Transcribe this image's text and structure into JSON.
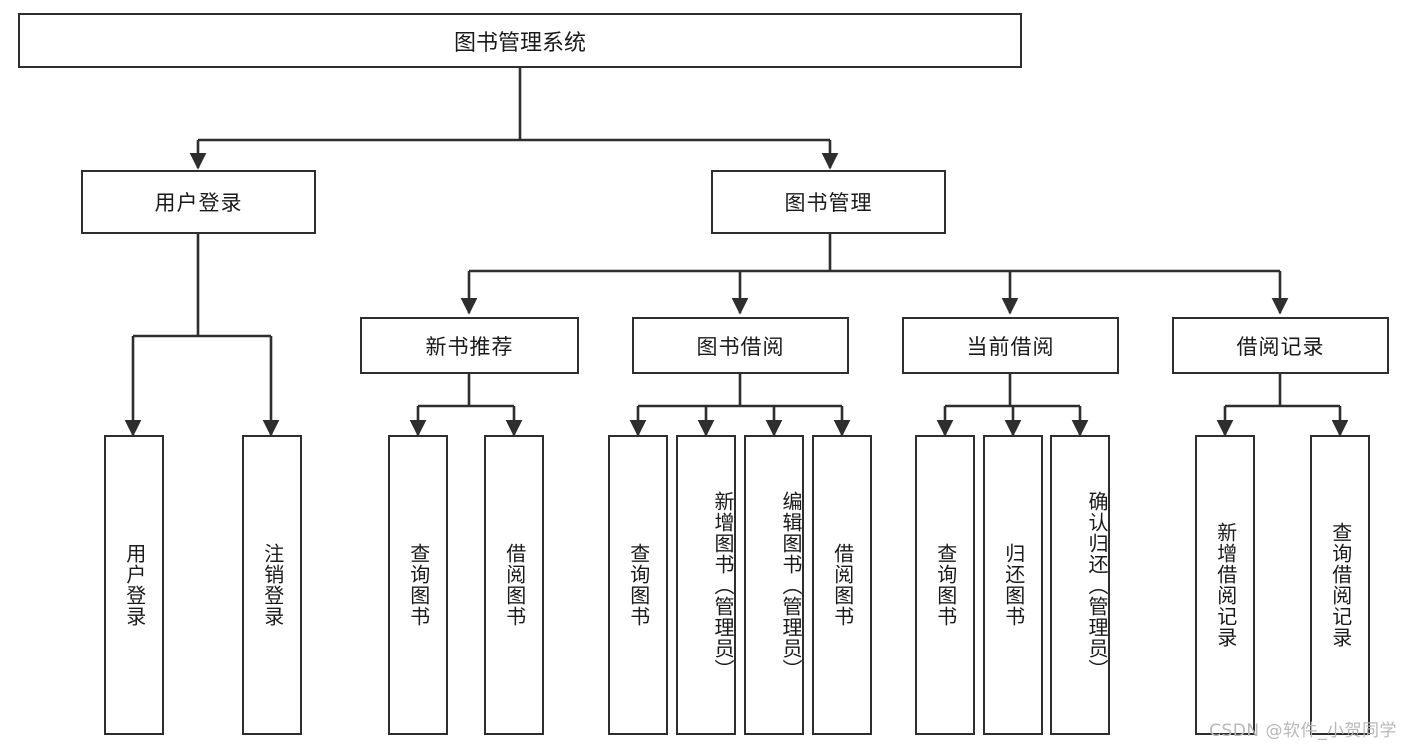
{
  "diagram": {
    "title": "图书管理系统",
    "type": "hierarchy-tree",
    "root": {
      "label": "图书管理系统"
    },
    "level2": [
      {
        "id": "user-login",
        "label": "用户登录"
      },
      {
        "id": "book-manage",
        "label": "图书管理"
      }
    ],
    "level3": [
      {
        "id": "new-book-rec",
        "label": "新书推荐"
      },
      {
        "id": "book-borrow",
        "label": "图书借阅"
      },
      {
        "id": "current-borrow",
        "label": "当前借阅"
      },
      {
        "id": "borrow-record",
        "label": "借阅记录"
      }
    ],
    "leaves": {
      "user_login": [
        {
          "id": "leaf-user-login",
          "label": "用户登录"
        },
        {
          "id": "leaf-logout-login",
          "label": "注销登录"
        }
      ],
      "new_book_rec": [
        {
          "id": "leaf-query-book-1",
          "label": "查询图书"
        },
        {
          "id": "leaf-borrow-book-1",
          "label": "借阅图书"
        }
      ],
      "book_borrow": [
        {
          "id": "leaf-query-book-2",
          "label": "查询图书"
        },
        {
          "id": "leaf-add-book",
          "label": "新增图书（管理员）"
        },
        {
          "id": "leaf-edit-book",
          "label": "编辑图书（管理员）"
        },
        {
          "id": "leaf-borrow-book-2",
          "label": "借阅图书"
        }
      ],
      "current_borrow": [
        {
          "id": "leaf-query-book-3",
          "label": "查询图书"
        },
        {
          "id": "leaf-return-book",
          "label": "归还图书"
        },
        {
          "id": "leaf-confirm-return",
          "label": "确认归还（管理员）"
        }
      ],
      "borrow_record": [
        {
          "id": "leaf-add-record",
          "label": "新增借阅记录"
        },
        {
          "id": "leaf-query-record",
          "label": "查询借阅记录"
        }
      ]
    }
  },
  "watermark": {
    "text": "CSDN @软件_小贺同学"
  },
  "colors": {
    "stroke": "#2e2e2e",
    "fill": "#ffffff",
    "text": "#1a1a1a",
    "watermark": "#b8b8b8"
  }
}
